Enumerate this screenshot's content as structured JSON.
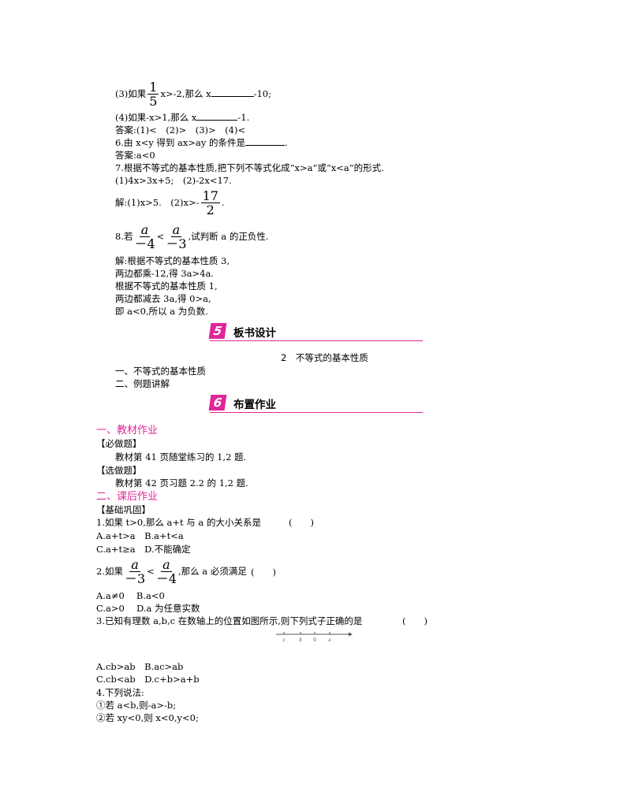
{
  "q3": {
    "pre": "(3)如果",
    "num": "1",
    "den": "5",
    "mid": "x>-2,那么 x",
    "post": "-10;"
  },
  "q4": {
    "pre": "(4)如果-x>1,那么 x",
    "post": "-1."
  },
  "ans1": "答案:(1)<　(2)>　(3)>　(4)<",
  "q6": {
    "pre": "6.由 x<y 得到 ax>ay 的条件是",
    "post": "."
  },
  "ans6": "答案:a<0",
  "q7": "7.根据不等式的基本性质,把下列不等式化成“x>a”或“x<a”的形式.",
  "q7parts": "(1)4x>3x+5;　(2)-2x<17.",
  "sol7": {
    "pre": "解:(1)x>5.　(2)x>-",
    "num": "17",
    "den": "2",
    "post": "."
  },
  "q8": {
    "pre": "8.若",
    "num1": "a",
    "den1": "－4",
    "lt": "<",
    "num2": "a",
    "den2": "－3",
    "post": ",试判断 a 的正负性."
  },
  "sol8": [
    "解:根据不等式的基本性质 3,",
    "两边都乘-12,得 3a>4a.",
    "根据不等式的基本性质 1,",
    "两边都减去 3a,得 0>a,",
    "即 a<0,所以 a 为负数."
  ],
  "section5": {
    "num": "5",
    "title": "板书设计"
  },
  "board": {
    "title": "2　不等式的基本性质",
    "items": [
      "一、不等式的基本性质",
      "二、例题讲解"
    ]
  },
  "section6": {
    "num": "6",
    "title": "布置作业"
  },
  "hw": {
    "h1": "一、教材作业",
    "req_label": "【必做题】",
    "req_text": "教材第 41 页随堂练习的 1,2 题.",
    "opt_label": "【选做题】",
    "opt_text": "教材第 42 页习题 2.2 的 1,2 题.",
    "h2": "二、课后作业",
    "basic": "【基础巩固】"
  },
  "e1": {
    "q": "1.如果 t>0,那么 a+t 与 a 的大小关系是",
    "paren": "(　　)",
    "opts": [
      "A.a+t>a　B.a+t<a",
      "C.a+t≥a　D.不能确定"
    ]
  },
  "e2": {
    "pre": "2.如果",
    "num1": "a",
    "den1": "－3",
    "lt": "<",
    "num2": "a",
    "den2": "－4",
    "post": ",那么 a 必须满足",
    "paren": "(　　)",
    "opts": [
      "A.a≠0　 B.a<0",
      "C.a>0　 D.a 为任意实数"
    ]
  },
  "e3": {
    "q": "3.已知有理数 a,b,c 在数轴上的位置如图所示,则下列式子正确的是",
    "paren": "(　　)",
    "axis_labels": [
      "c",
      "b",
      "0",
      "a"
    ],
    "opts": [
      "A.cb>ab　B.ac>ab",
      "C.cb<ab　D.c+b>a+b"
    ]
  },
  "e4": {
    "q": "4.下列说法:",
    "items": [
      "①若 a<b,则-a>-b;",
      "②若 xy<0,则 x<0,y<0;"
    ]
  },
  "colors": {
    "accent": "#e0279a",
    "text": "#000000"
  }
}
